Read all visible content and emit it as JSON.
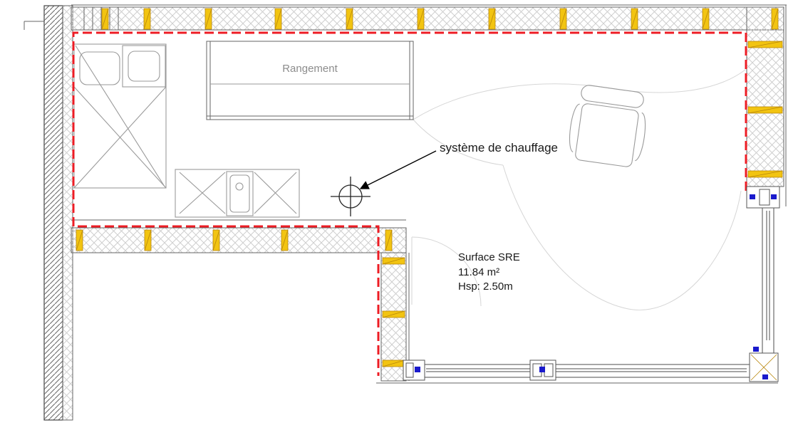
{
  "plan": {
    "labels": {
      "rangement": "Rangement",
      "heating": "système de chauffage",
      "surface_line1": "Surface SRE",
      "surface_line2": "11.84 m²",
      "surface_line3": "Hsp: 2.50m"
    },
    "colors": {
      "envelope_red": "#ed1c24",
      "stud_yellow": "#f2c411",
      "stud_edge": "#b8860b",
      "accent_blue": "#1a1acc",
      "wall_line": "#666666",
      "furniture_line": "#9a9a9a",
      "insulation_line": "#cfcfcf",
      "text_gray": "#8c8c8c",
      "text_black": "#1a1a1a"
    },
    "icons": {
      "heating_symbol": "crosshair-circle-icon"
    }
  }
}
